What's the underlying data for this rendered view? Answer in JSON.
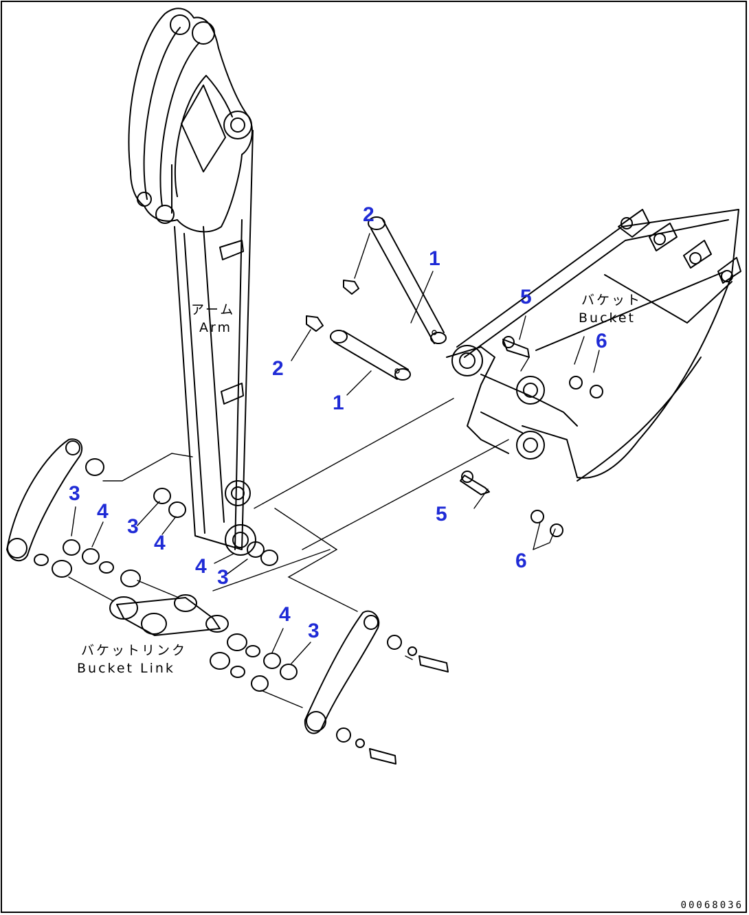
{
  "labels": {
    "arm_jp": "アーム",
    "arm_en": "Arm",
    "bucket_jp": "バケット",
    "bucket_en": "Bucket",
    "bucket_link_jp": "バケットリンク",
    "bucket_link_en": "Bucket Link"
  },
  "callouts": [
    {
      "id": "c-2-top",
      "text": "2"
    },
    {
      "id": "c-1-top",
      "text": "1"
    },
    {
      "id": "c-5-top",
      "text": "5"
    },
    {
      "id": "c-6-top",
      "text": "6"
    },
    {
      "id": "c-2-mid",
      "text": "2"
    },
    {
      "id": "c-1-mid",
      "text": "1"
    },
    {
      "id": "c-3-left",
      "text": "3"
    },
    {
      "id": "c-4-left",
      "text": "4"
    },
    {
      "id": "c-3-center",
      "text": "3"
    },
    {
      "id": "c-4-center",
      "text": "4"
    },
    {
      "id": "c-5-bottom",
      "text": "5"
    },
    {
      "id": "c-6-bottom",
      "text": "6"
    },
    {
      "id": "c-4-arm",
      "text": "4"
    },
    {
      "id": "c-3-arm",
      "text": "3"
    },
    {
      "id": "c-4-right",
      "text": "4"
    },
    {
      "id": "c-3-right",
      "text": "3"
    }
  ],
  "drawing_number": "00068036",
  "colors": {
    "callout": "#1f2bd6",
    "line": "#000000",
    "background": "#ffffff"
  }
}
